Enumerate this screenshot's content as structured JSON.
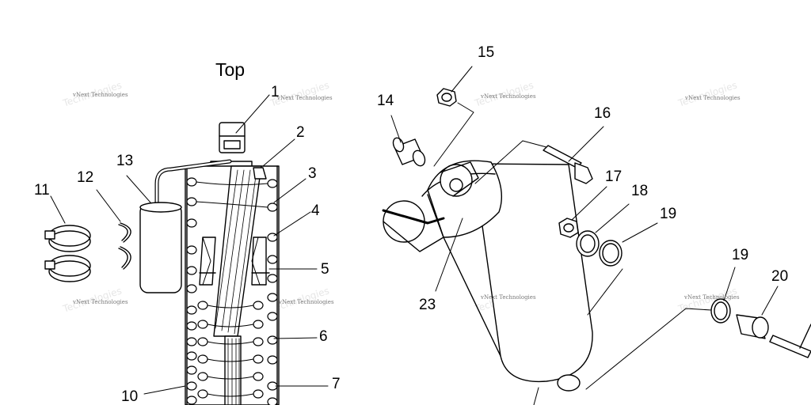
{
  "diagram": {
    "heading": "Top",
    "watermark": "vNext Technologies",
    "callouts": [
      "1",
      "2",
      "3",
      "4",
      "5",
      "6",
      "7",
      "10",
      "11",
      "12",
      "13",
      "14",
      "15",
      "16",
      "17",
      "18",
      "19",
      "19",
      "20",
      "23"
    ]
  }
}
